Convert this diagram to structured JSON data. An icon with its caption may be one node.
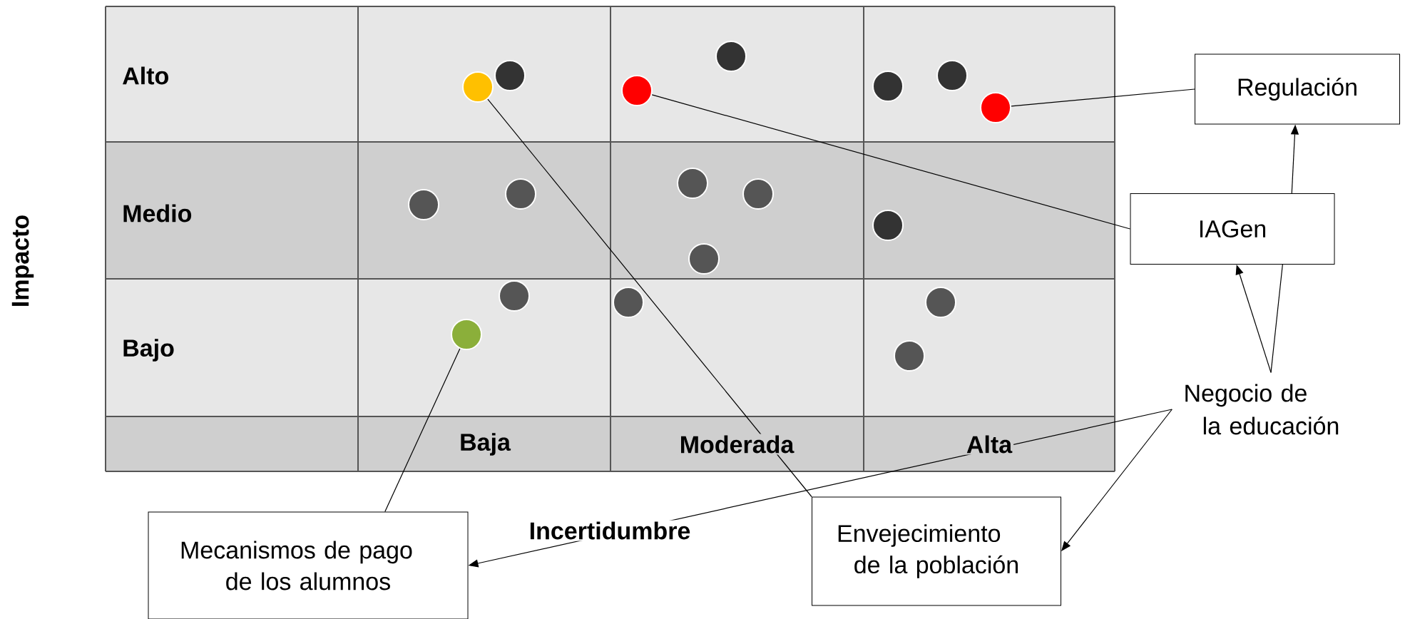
{
  "diagram": {
    "nodes": [
      {
        "text": [],
        "shape": "circle"
      },
      {
        "text": [],
        "shape": "circle"
      },
      {
        "text": [
          "Regulación"
        ]
      },
      {
        "text": [],
        "shape": "circle"
      },
      {
        "text": [
          "IAGen"
        ]
      },
      {
        "text": [],
        "shape": "circle"
      },
      {
        "text": [
          "Negocio de la educación"
        ]
      },
      {
        "text": [
          "Mecanismos de pago de los alumnos"
        ]
      },
      {
        "text": [
          "Envejecimiento de la población"
        ]
      }
    ],
    "edges": [
      {
        "from": 2,
        "to": 3,
        "arrow": "none"
      },
      {
        "from": 4,
        "to": 1,
        "arrow": "none"
      },
      {
        "from": 4,
        "to": 2,
        "arrow": "to"
      },
      {
        "from": 6,
        "to": 4,
        "arrow": "to"
      },
      {
        "from": 6,
        "to": 4,
        "arrow": "none"
      },
      {
        "from": 6,
        "to": 7,
        "arrow": "to"
      },
      {
        "from": 6,
        "to": 8,
        "arrow": "to"
      },
      {
        "from": 8,
        "to": 0,
        "arrow": "none"
      },
      {
        "from": 7,
        "to": 5,
        "arrow": "none"
      }
    ],
    "labels": [
      "Impacto",
      "Alto",
      "Medio",
      "Bajo",
      "Baja",
      "Moderada",
      "Alta",
      "Incertidumbre"
    ]
  }
}
